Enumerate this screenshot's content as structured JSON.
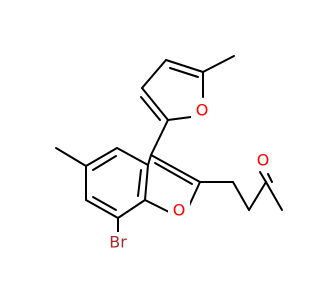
{
  "atoms": [
    {
      "id": "O_furan",
      "label": "O",
      "color": "#ff0000"
    },
    {
      "id": "O_benzofuran",
      "label": "O",
      "color": "#ff0000"
    },
    {
      "id": "O_ketone",
      "label": "O",
      "color": "#ff0000"
    },
    {
      "id": "Br",
      "label": "Br",
      "color": "#a52a2a"
    }
  ],
  "colors": {
    "bond": "#000000",
    "oxygen": "#ff0000",
    "bromine": "#a52a2a",
    "background": "#ffffff"
  }
}
